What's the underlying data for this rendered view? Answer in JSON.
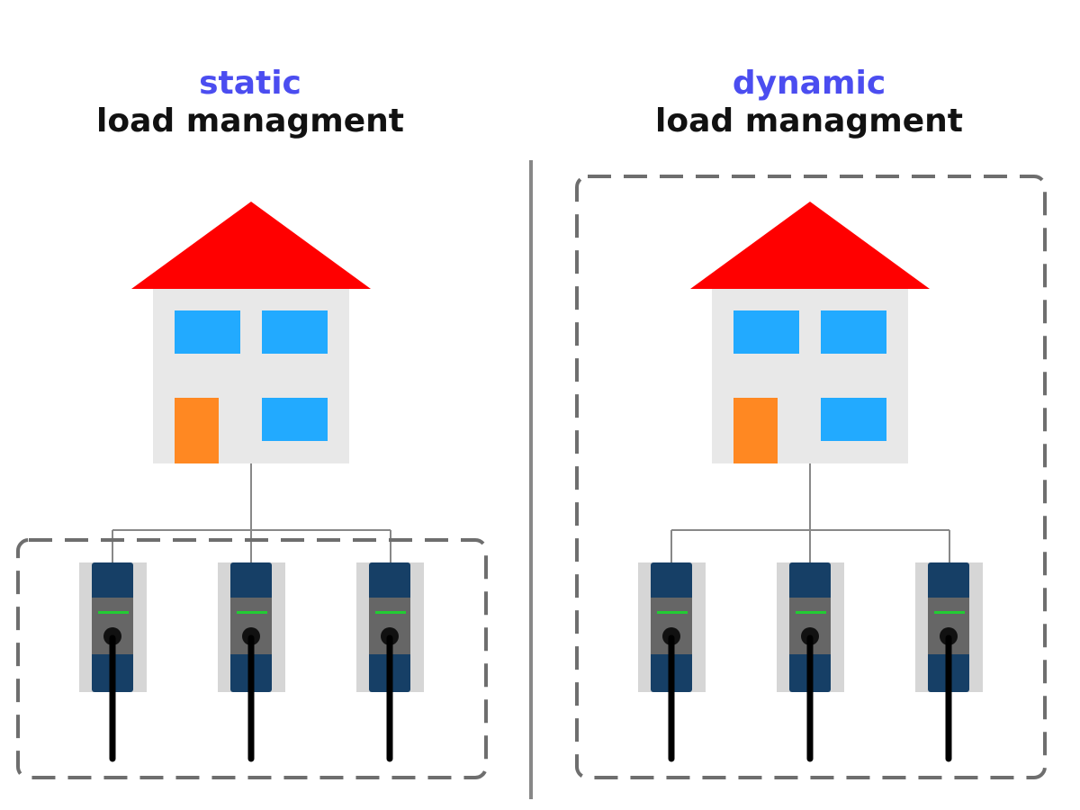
{
  "colors": {
    "accent": "#4b4df0",
    "roof": "#ff0000",
    "wall": "#e8e8e8",
    "window": "#22aaff",
    "door": "#ff8822",
    "charger_body": "#163f66",
    "charger_panel": "#666666",
    "charger_back": "#d6d6d6",
    "indicator": "#22cc33",
    "cable": "#000000",
    "dashed_border": "#6e6e6e",
    "divider": "#888888",
    "wire": "#888888"
  },
  "panels": [
    {
      "id": "static",
      "accent_word": "static",
      "title": "load managment",
      "boundary": "chargers",
      "chargers": [
        {
          "status": "active"
        },
        {
          "status": "active"
        },
        {
          "status": "active"
        }
      ]
    },
    {
      "id": "dynamic",
      "accent_word": "dynamic",
      "title": "load managment",
      "boundary": "house-and-chargers",
      "chargers": [
        {
          "status": "active"
        },
        {
          "status": "active"
        },
        {
          "status": "active"
        }
      ]
    }
  ]
}
